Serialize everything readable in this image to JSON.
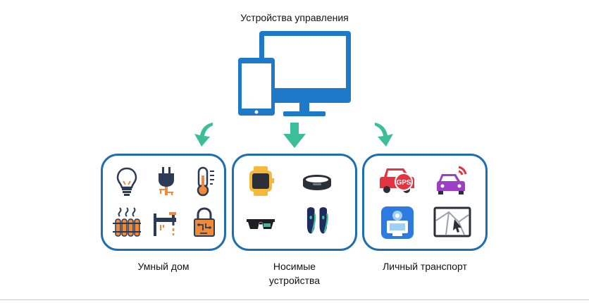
{
  "title": "Устройства управления",
  "groups": [
    {
      "label": "Умный дом"
    },
    {
      "label": "Носимые\nустройства"
    },
    {
      "label": "Личный транспорт"
    }
  ],
  "gps_text": "GPS",
  "colors": {
    "device_blue": "#1f79c9",
    "arrow_green": "#3cbf98",
    "border_blue": "#1f6fb0",
    "icon_orange": "#f08a38",
    "icon_dark": "#2b3b55",
    "car_red": "#e3343f",
    "car_purple": "#9b3fc7"
  }
}
